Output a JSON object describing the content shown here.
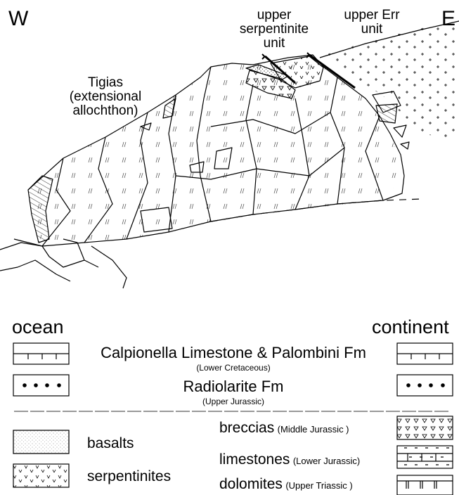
{
  "directions": {
    "west": "W",
    "east": "E"
  },
  "units": {
    "upper_serpentinite": [
      "upper",
      "serpentinite",
      "unit"
    ],
    "upper_err": [
      "upper Err",
      "unit"
    ],
    "tigias": [
      "Tigias",
      "(extensional",
      "allochthon)"
    ]
  },
  "legend": {
    "ocean": "ocean",
    "continent": "continent",
    "calpionella": {
      "name": "Calpionella Limestone & Palombini Fm",
      "age": "(Lower Cretaceous)"
    },
    "radiolarite": {
      "name": "Radiolarite Fm",
      "age": "(Upper Jurassic)"
    },
    "basalts": "basalts",
    "serpentinites": "serpentinites",
    "breccias": {
      "name": "breccias",
      "age": "(Middle Jurassic )"
    },
    "limestones": {
      "name": "limestones",
      "age": "(Lower Jurassic)"
    },
    "dolomites": {
      "name": "dolomites",
      "age": "(Upper Triassic )"
    }
  }
}
